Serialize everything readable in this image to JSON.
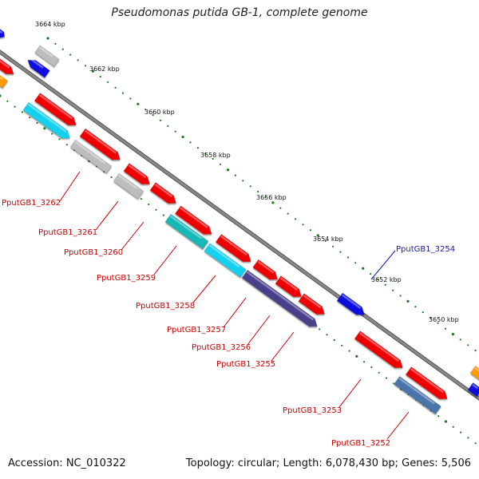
{
  "header": {
    "title": "Pseudomonas putida GB-1, complete genome"
  },
  "footer": {
    "accession": "Accession: NC_010322",
    "topology": "Topology: circular; Length: 6,078,430 bp; Genes: 5,506"
  },
  "scale_labels": [
    "3664 kbp",
    "3662 kbp",
    "3660 kbp",
    "3658 kbp",
    "3656 kbp",
    "3654 kbp",
    "3652 kbp",
    "3650 kbp"
  ],
  "gene_labels": [
    {
      "text": "PputGB1_3262",
      "color": "#cc0000"
    },
    {
      "text": "PputGB1_3261",
      "color": "#cc0000"
    },
    {
      "text": "PputGB1_3260",
      "color": "#cc0000"
    },
    {
      "text": "PputGB1_3259",
      "color": "#cc0000"
    },
    {
      "text": "PputGB1_3258",
      "color": "#cc0000"
    },
    {
      "text": "PputGB1_3257",
      "color": "#cc0000"
    },
    {
      "text": "PputGB1_3256",
      "color": "#cc0000"
    },
    {
      "text": "PputGB1_3255",
      "color": "#cc0000"
    },
    {
      "text": "PputGB1_3253",
      "color": "#cc0000"
    },
    {
      "text": "PputGB1_3252",
      "color": "#cc0000"
    },
    {
      "text": "PputGB1_3254",
      "color": "#1a1aa6"
    }
  ],
  "colors": {
    "backbone": "#888888",
    "tick": "#1f7a1f",
    "red": "#ee0000",
    "blue": "#1111dd",
    "cyan": "#19d0f0",
    "teal": "#18b8b8",
    "grey": "#bdbdbd",
    "slate": "#4a74aa",
    "indigo": "#4a3f8c",
    "orange": "#ff9a00"
  }
}
